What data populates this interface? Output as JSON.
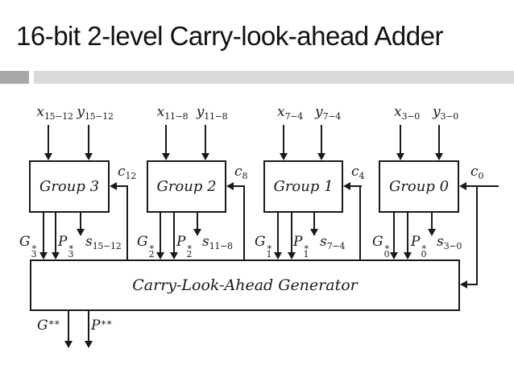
{
  "title": "16-bit 2-level Carry-look-ahead Adder",
  "colors": {
    "accent_dark": "#a7a7a7",
    "accent_light": "#d9d9d9",
    "line": "#1a1a1a"
  },
  "diagram": {
    "generator": {
      "label": "Carry-Look-Ahead Generator",
      "g_out": {
        "base": "G",
        "sup": "∗∗"
      },
      "p_out": {
        "base": "P",
        "sup": "∗∗"
      }
    },
    "groups": [
      {
        "label": "Group 3",
        "x_in": {
          "base": "x",
          "sub": "15−12"
        },
        "y_in": {
          "base": "y",
          "sub": "15−12"
        },
        "carry": {
          "base": "c",
          "sub": "12"
        },
        "g_out": {
          "base": "G",
          "sup": "∗",
          "sub": "3"
        },
        "p_out": {
          "base": "P",
          "sup": "∗",
          "sub": "3"
        },
        "s_out": {
          "base": "s",
          "sub": "15−12"
        }
      },
      {
        "label": "Group 2",
        "x_in": {
          "base": "x",
          "sub": "11−8"
        },
        "y_in": {
          "base": "y",
          "sub": "11−8"
        },
        "carry": {
          "base": "c",
          "sub": "8"
        },
        "g_out": {
          "base": "G",
          "sup": "∗",
          "sub": "2"
        },
        "p_out": {
          "base": "P",
          "sup": "∗",
          "sub": "2"
        },
        "s_out": {
          "base": "s",
          "sub": "11−8"
        }
      },
      {
        "label": "Group 1",
        "x_in": {
          "base": "x",
          "sub": "7−4"
        },
        "y_in": {
          "base": "y",
          "sub": "7−4"
        },
        "carry": {
          "base": "c",
          "sub": "4"
        },
        "g_out": {
          "base": "G",
          "sup": "∗",
          "sub": "1"
        },
        "p_out": {
          "base": "P",
          "sup": "∗",
          "sub": "1"
        },
        "s_out": {
          "base": "s",
          "sub": "7−4"
        }
      },
      {
        "label": "Group 0",
        "x_in": {
          "base": "x",
          "sub": "3−0"
        },
        "y_in": {
          "base": "y",
          "sub": "3−0"
        },
        "carry": {
          "base": "c",
          "sub": "0"
        },
        "g_out": {
          "base": "G",
          "sup": "∗",
          "sub": "0"
        },
        "p_out": {
          "base": "P",
          "sup": "∗",
          "sub": "0"
        },
        "s_out": {
          "base": "s",
          "sub": "3−0"
        }
      }
    ]
  }
}
